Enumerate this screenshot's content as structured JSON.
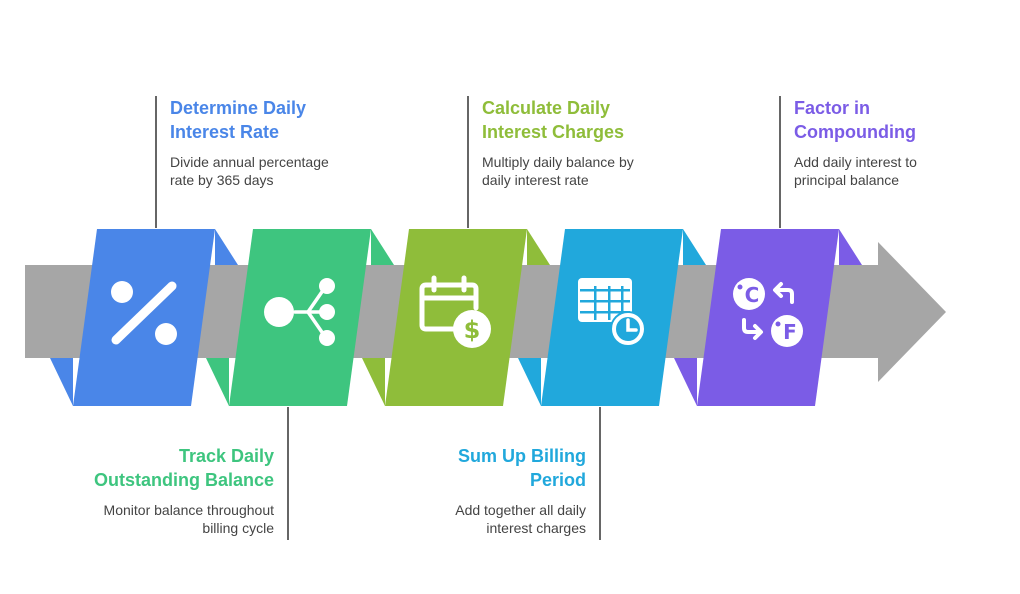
{
  "colors": {
    "arrow": "#a6a6a6",
    "step1": "#4a86e8",
    "step2": "#3ec57f",
    "step3": "#8fbd3a",
    "step4": "#21a8dc",
    "step5": "#7b5ce6",
    "connector": "#333333"
  },
  "steps": [
    {
      "title_line1": "Determine Daily",
      "title_line2": "Interest Rate",
      "desc_line1": "Divide annual percentage",
      "desc_line2": "rate by 365 days",
      "icon": "percent-icon"
    },
    {
      "title_line1": "Track Daily",
      "title_line2": "Outstanding Balance",
      "desc_line1": "Monitor balance throughout",
      "desc_line2": "billing cycle",
      "icon": "distribution-icon"
    },
    {
      "title_line1": "Calculate Daily",
      "title_line2": "Interest Charges",
      "desc_line1": "Multiply daily balance by",
      "desc_line2": "daily interest rate",
      "icon": "calendar-dollar-icon"
    },
    {
      "title_line1": "Sum Up Billing",
      "title_line2": "Period",
      "desc_line1": "Add together all daily",
      "desc_line2": "interest charges",
      "icon": "table-clock-icon"
    },
    {
      "title_line1": "Factor in",
      "title_line2": "Compounding",
      "desc_line1": "Add daily interest to",
      "desc_line2": "principal balance",
      "icon": "temperature-conversion-icon"
    }
  ]
}
